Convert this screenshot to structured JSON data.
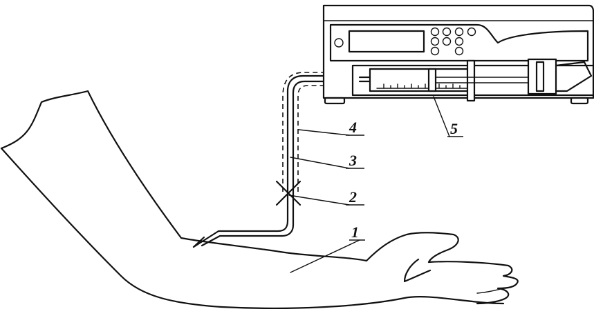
{
  "callouts": [
    {
      "id": "1",
      "text": "1"
    },
    {
      "id": "2",
      "text": "2"
    },
    {
      "id": "3",
      "text": "3"
    },
    {
      "id": "4",
      "text": "4"
    },
    {
      "id": "5",
      "text": "5"
    }
  ],
  "colors": {
    "ink": "#111111",
    "paper": "#ffffff"
  }
}
